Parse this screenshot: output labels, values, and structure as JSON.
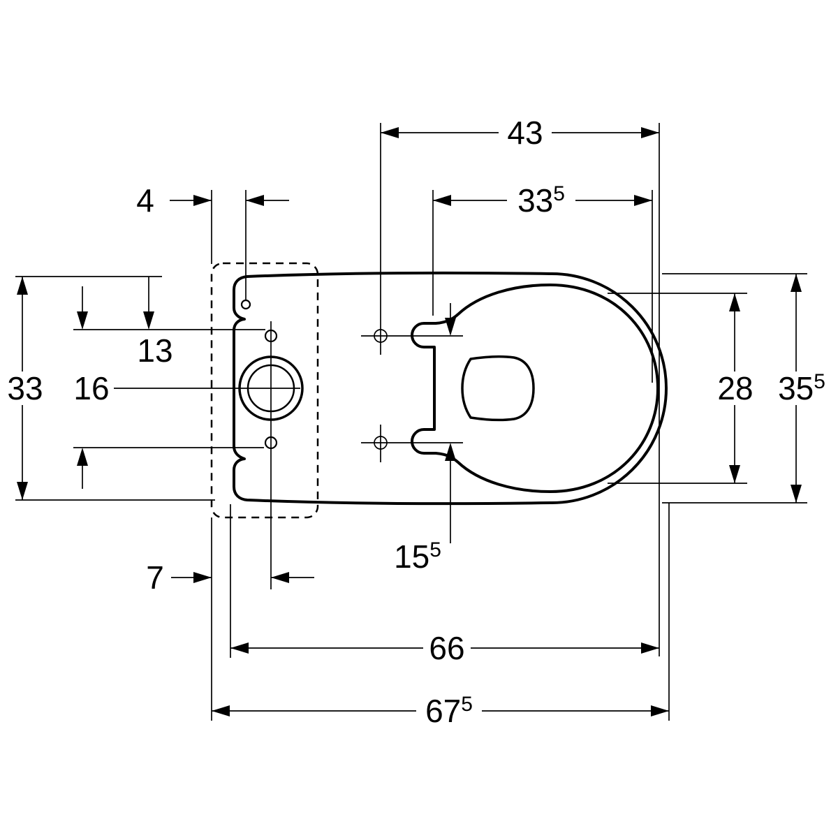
{
  "drawing": {
    "colors": {
      "background": "#ffffff",
      "line": "#000000"
    },
    "dimensions": {
      "top_width_43": {
        "base": "43",
        "sup": ""
      },
      "seat_length_33_5": {
        "base": "33",
        "sup": "5"
      },
      "rear_gap_4": {
        "base": "4",
        "sup": ""
      },
      "tank_width_33": {
        "base": "33",
        "sup": ""
      },
      "offset_13": {
        "base": "13",
        "sup": ""
      },
      "hole_spacing_16": {
        "base": "16",
        "sup": ""
      },
      "seat_width_28": {
        "base": "28",
        "sup": ""
      },
      "bowl_width_35_5": {
        "base": "35",
        "sup": "5"
      },
      "hinge_spacing_15_5": {
        "base": "15",
        "sup": "5"
      },
      "offset_7": {
        "base": "7",
        "sup": ""
      },
      "length_66": {
        "base": "66",
        "sup": ""
      },
      "total_length_67_5": {
        "base": "67",
        "sup": "5"
      }
    }
  }
}
